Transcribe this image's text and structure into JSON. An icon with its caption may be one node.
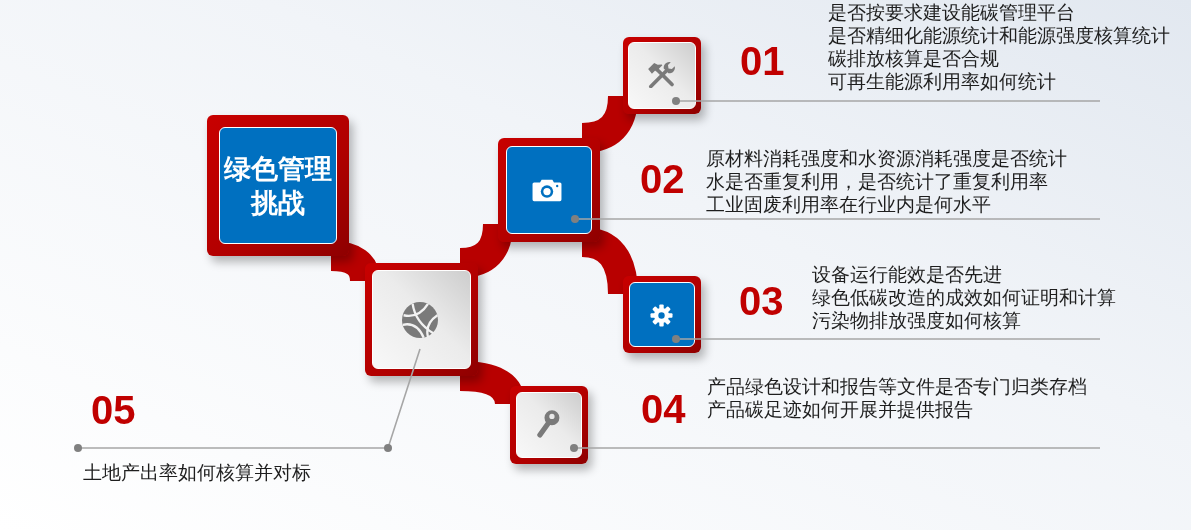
{
  "diagram": {
    "nodes": [
      {
        "text": [
          "绿色管理挑战"
        ]
      },
      {
        "text": [],
        "shape": "box"
      },
      {
        "text": [
          "01",
          "是否按要求建设能碳管理平台",
          "是否精细化能源统计和能源强度核算统计",
          "碳排放核算是否合规",
          "可再生能源利用率如何统计"
        ]
      },
      {
        "text": [],
        "shape": "box"
      },
      {
        "text": [
          "02",
          "原材料消耗强度和水资源消耗强度是否统计",
          "水是否重复利用，是否统计了重复利用率",
          "工业固废利用率在行业内是何水平"
        ]
      },
      {
        "text": [],
        "shape": "box"
      },
      {
        "text": [
          "03",
          "设备运行能效是否先进",
          "绿色低碳改造的成效如何证明和计算",
          "污染物排放强度如何核算"
        ]
      },
      {
        "text": [],
        "shape": "box"
      },
      {
        "text": [
          "04",
          "产品绿色设计和报告等文件是否专门归类存档",
          "产品碳足迹如何开展并提供报告"
        ]
      },
      {
        "text": [],
        "shape": "box"
      },
      {
        "text": [
          "05",
          "土地产出率如何核算并对标"
        ]
      }
    ],
    "edges": [
      {
        "from": 0,
        "to": 9,
        "arrow": "none",
        "style": "thick",
        "color": "#b80000"
      },
      {
        "from": 9,
        "to": 3,
        "arrow": "none",
        "style": "thick",
        "color": "#b80000"
      },
      {
        "from": 9,
        "to": 7,
        "arrow": "none",
        "style": "thick",
        "color": "#b80000"
      },
      {
        "from": 3,
        "to": 1,
        "arrow": "none",
        "style": "thick",
        "color": "#b80000"
      },
      {
        "from": 3,
        "to": 5,
        "arrow": "none",
        "style": "thick",
        "color": "#b80000"
      },
      {
        "from": 1,
        "to": 2,
        "arrow": "other",
        "color": "#a6a6a6"
      },
      {
        "from": 3,
        "to": 4,
        "arrow": "other",
        "color": "#a6a6a6"
      },
      {
        "from": 5,
        "to": 6,
        "arrow": "other",
        "color": "#a6a6a6"
      },
      {
        "from": 7,
        "to": 8,
        "arrow": "other",
        "color": "#a6a6a6"
      },
      {
        "from": 10,
        "to": 9,
        "arrow": "other",
        "color": "#a6a6a6"
      }
    ]
  }
}
